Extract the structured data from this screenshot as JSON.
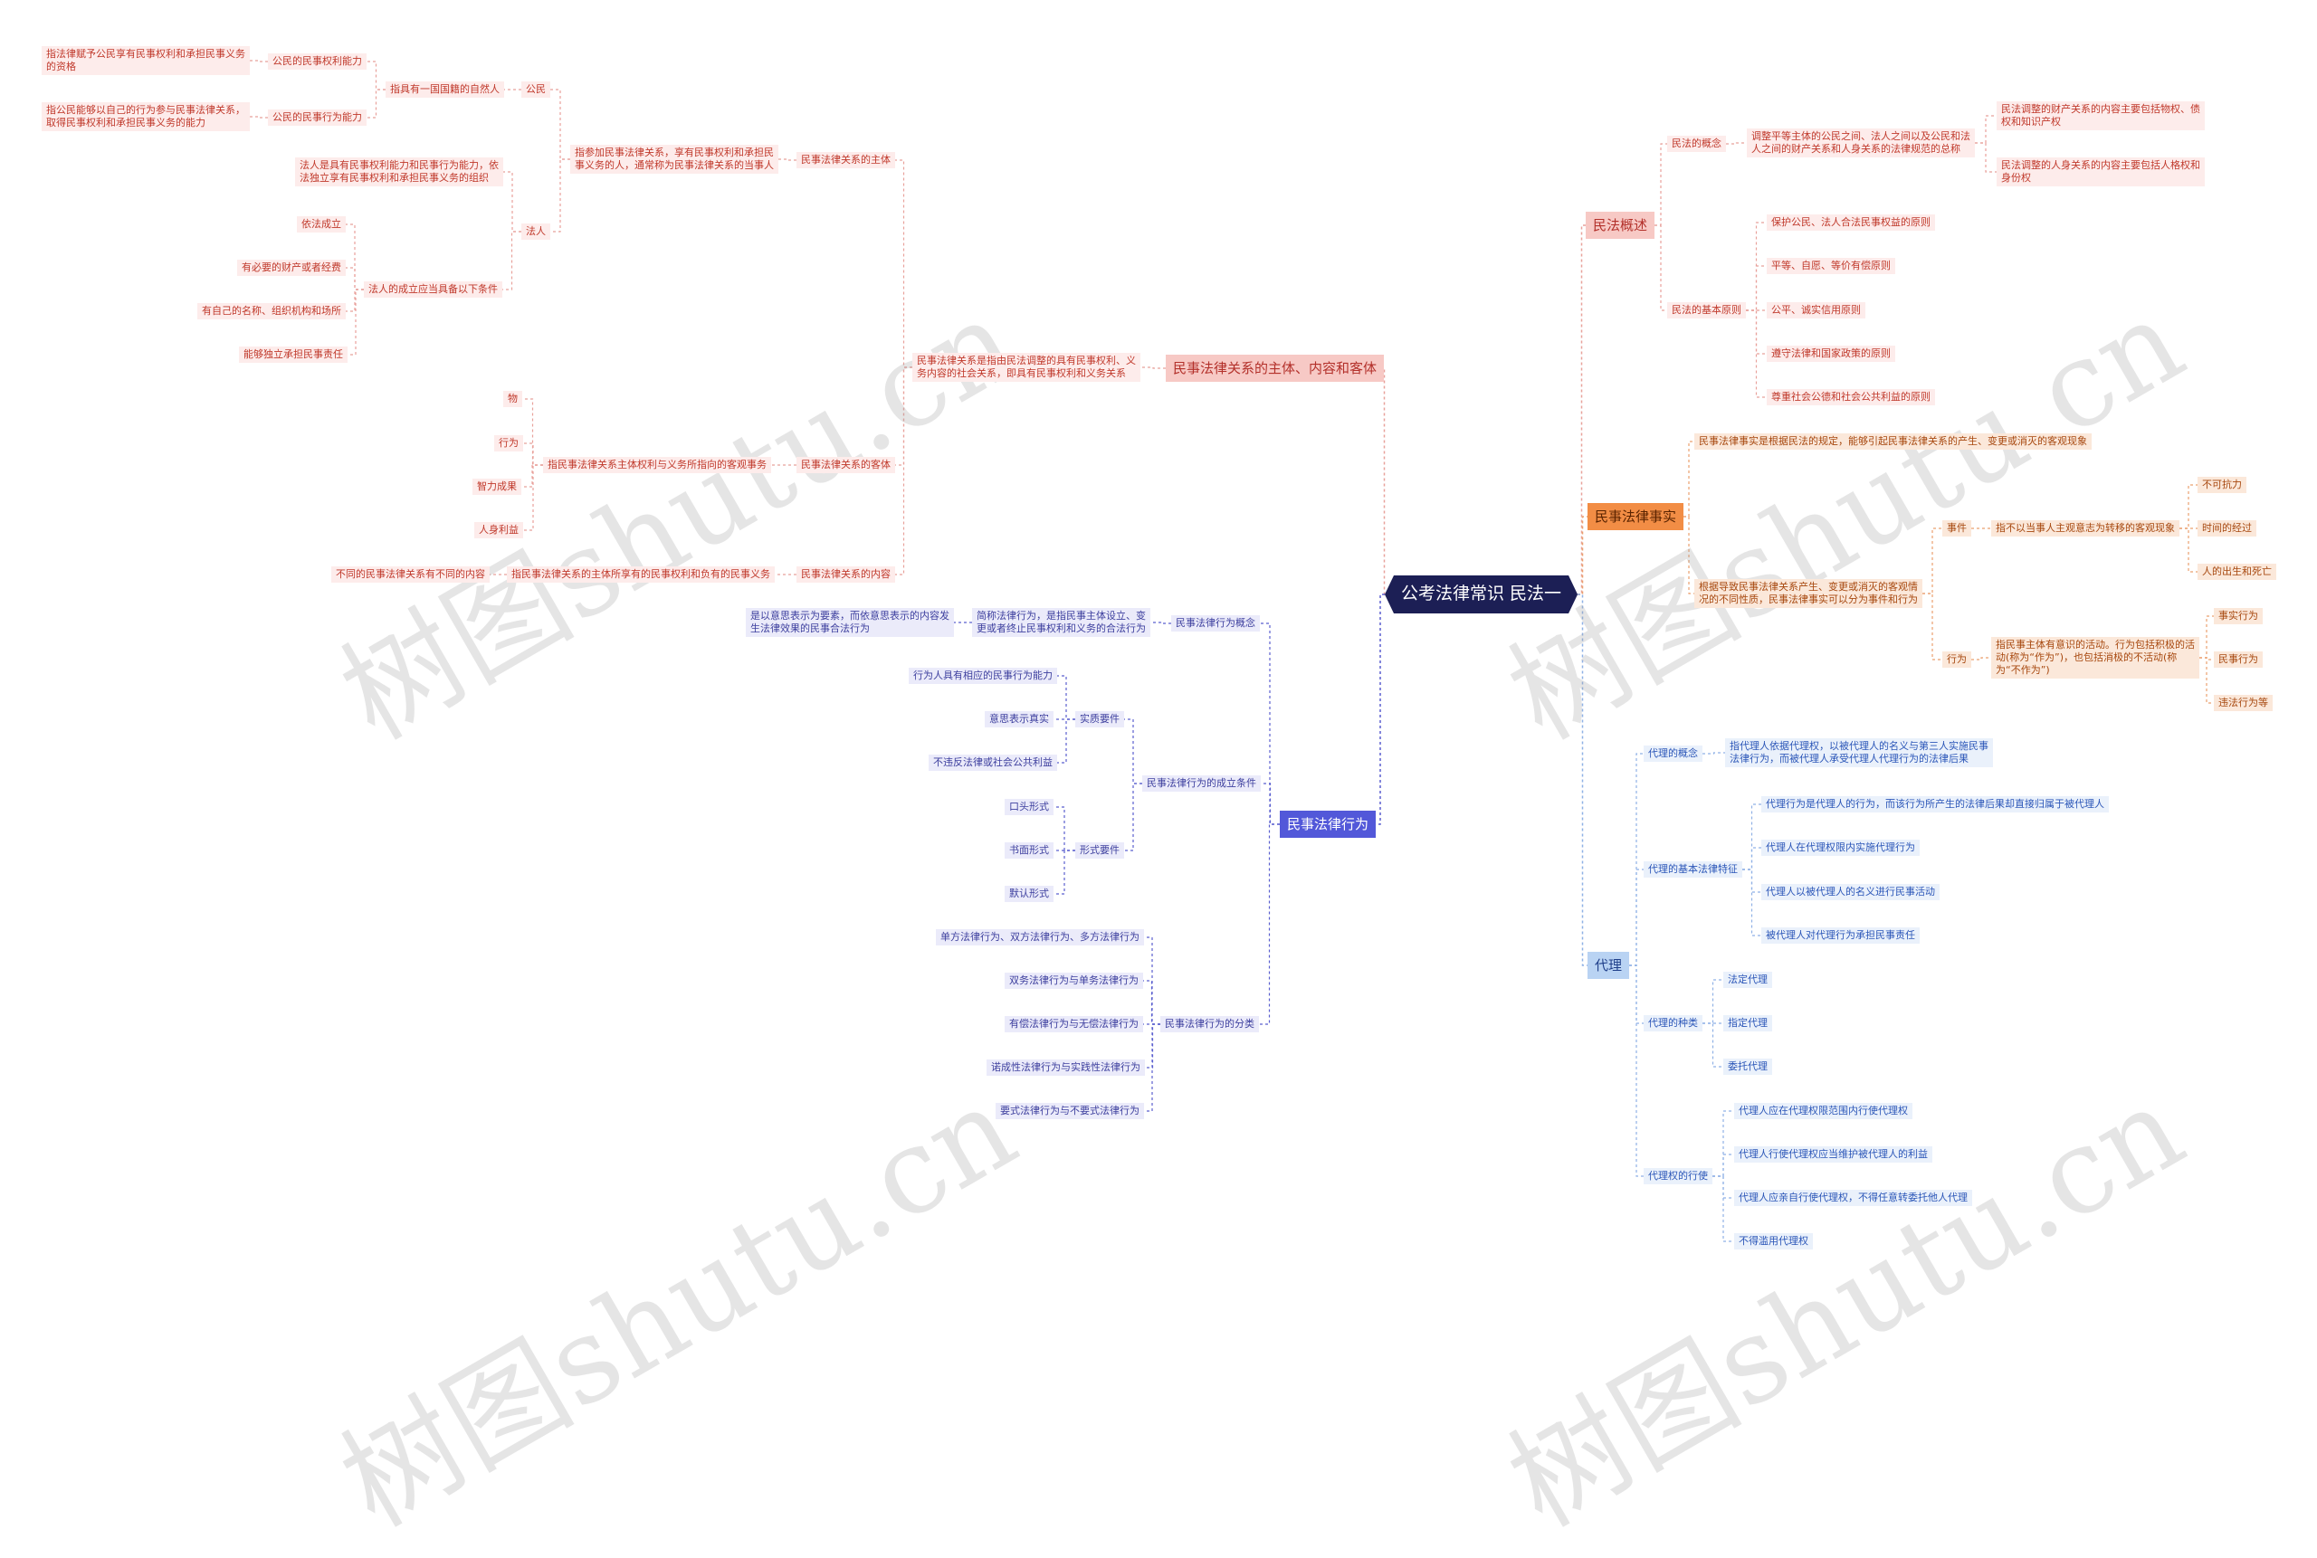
{
  "watermark": "树图shutu.cn",
  "root": "公考法律常识   民法一",
  "branches": {
    "minfa_gaishu": "民法概述",
    "shishi": "民事法律事实",
    "daili": "代理",
    "zhuti_neirong": "民事法律关系的主体、内容和客体",
    "xingwei": "民事法律行为"
  },
  "gaishu": {
    "concept_label": "民法的概念",
    "concept_text": "调整平等主体的公民之间、法人之间以及公民和法\n人之间的财产关系和人身关系的法律规范的总称",
    "property": "民法调整的财产关系的内容主要包括物权、债\n权和知识产权",
    "personal": "民法调整的人身关系的内容主要包括人格权和\n身份权",
    "principles_label": "民法的基本原则",
    "principles": [
      "保护公民、法人合法民事权益的原则",
      "平等、自愿、等价有偿原则",
      "公平、诚实信用原则",
      "遵守法律和国家政策的原则",
      "尊重社会公德和社会公共利益的原则"
    ]
  },
  "shishi": {
    "definition": "民事法律事实是根据民法的规定，能够引起民事法律关系的产生、变更或消灭的客观现象",
    "classify": "根据导致民事法律关系产生、变更或消灭的客观情\n况的不同性质，民事法律事实可以分为事件和行为",
    "event_label": "事件",
    "event_text": "指不以当事人主观意志为转移的客观现象",
    "events": [
      "不可抗力",
      "时间的经过",
      "人的出生和死亡"
    ],
    "act_label": "行为",
    "act_text": "指民事主体有意识的活动。行为包括积极的活\n动(称为“作为”)，也包括消极的不活动(称\n为“不作为”)",
    "acts": [
      "事实行为",
      "民事行为",
      "违法行为等"
    ]
  },
  "daili": {
    "concept_label": "代理的概念",
    "concept_text": "指代理人依据代理权，以被代理人的名义与第三人实施民事\n法律行为，而被代理人承受代理人代理行为的法律后果",
    "features_label": "代理的基本法律特征",
    "features": [
      "代理行为是代理人的行为，而该行为所产生的法律后果却直接归属于被代理人",
      "代理人在代理权限内实施代理行为",
      "代理人以被代理人的名义进行民事活动",
      "被代理人对代理行为承担民事责任"
    ],
    "types_label": "代理的种类",
    "types": [
      "法定代理",
      "指定代理",
      "委托代理"
    ],
    "exercise_label": "代理权的行使",
    "exercise": [
      "代理人应在代理权限范围内行使代理权",
      "代理人行使代理权应当维护被代理人的利益",
      "代理人应亲自行使代理权，不得任意转委托他人代理",
      "不得滥用代理权"
    ]
  },
  "guanxi": {
    "definition": "民事法律关系是指由民法调整的具有民事权利、义\n务内容的社会关系，即具有民事权利和义务关系",
    "subject_label": "民事法律关系的主体",
    "subject_text": "指参加民事法律关系，享有民事权利和承担民\n事义务的人，通常称为民事法律关系的当事人",
    "citizen": "公民",
    "citizen_def": "指具有一国国籍的自然人",
    "cap_right": "公民的民事权利能力",
    "cap_right_def": "指法律赋予公民享有民事权利和承担民事义务\n的资格",
    "cap_act": "公民的民事行为能力",
    "cap_act_def": "指公民能够以自己的行为参与民事法律关系，\n取得民事权利和承担民事义务的能力",
    "corp": "法人",
    "corp_def": "法人是具有民事权利能力和民事行为能力，依\n法独立享有民事权利和承担民事义务的组织",
    "corp_cond": "法人的成立应当具备以下条件",
    "corp_conds": [
      "依法成立",
      "有必要的财产或者经费",
      "有自己的名称、组织机构和场所",
      "能够独立承担民事责任"
    ],
    "object_label": "民事法律关系的客体",
    "object_text": "指民事法律关系主体权利与义务所指向的客观事务",
    "objects": [
      "物",
      "行为",
      "智力成果",
      "人身利益"
    ],
    "content_label": "民事法律关系的内容",
    "content_text": "指民事法律关系的主体所享有的民事权利和负有的民事义务",
    "content_note": "不同的民事法律关系有不同的内容"
  },
  "xingwei": {
    "concept_label": "民事法律行为概念",
    "concept_text": "简称法律行为，是指民事主体设立、变\n更或者终止民事权利和义务的合法行为",
    "concept_note": "是以意思表示为要素，而依意思表示的内容发\n生法律效果的民事合法行为",
    "cond_label": "民事法律行为的成立条件",
    "real_label": "实质要件",
    "real": [
      "行为人具有相应的民事行为能力",
      "意思表示真实",
      "不违反法律或社会公共利益"
    ],
    "form_label": "形式要件",
    "forms": [
      "口头形式",
      "书面形式",
      "默认形式"
    ],
    "class_label": "民事法律行为的分类",
    "classes": [
      "单方法律行为、双方法律行为、多方法律行为",
      "双务法律行为与单务法律行为",
      "有偿法律行为与无偿法律行为",
      "诺成性法律行为与实践性法律行为",
      "要式法律行为与不要式法律行为"
    ]
  }
}
